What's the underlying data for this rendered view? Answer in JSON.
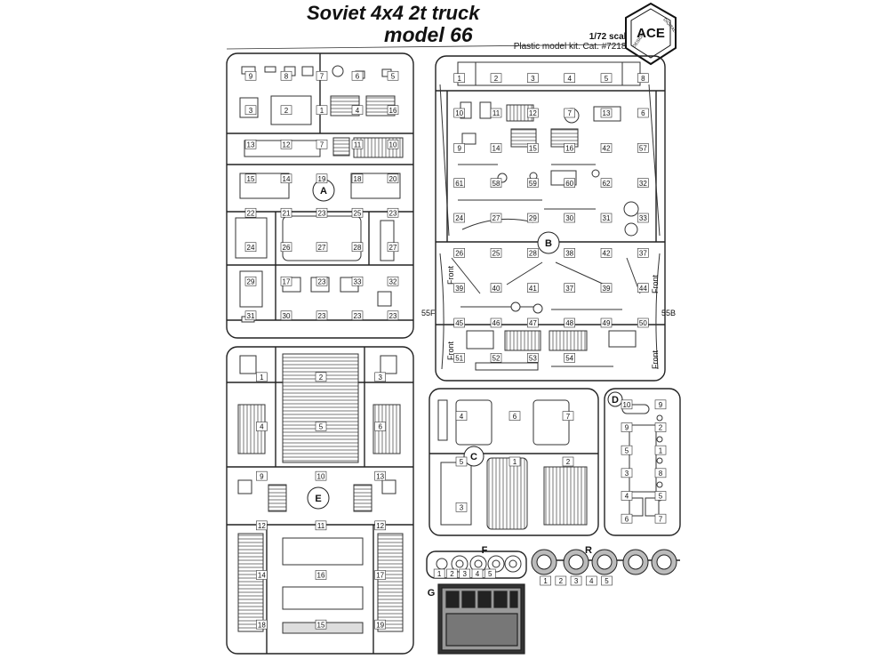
{
  "header": {
    "title_line1": "Soviet 4x4 2t truck",
    "title_line2": "model 66",
    "scale": "1/72 scale",
    "catalog": "Plastic model kit. Cat. #72182"
  },
  "logo": {
    "text": "ACE DIGITAL DESIGN"
  },
  "sprues": [
    {
      "id": "A",
      "label": "A"
    },
    {
      "id": "B",
      "label": "B"
    },
    {
      "id": "C",
      "label": "C"
    },
    {
      "id": "D",
      "label": "D"
    },
    {
      "id": "E",
      "label": "E"
    },
    {
      "id": "F",
      "label": "F"
    },
    {
      "id": "G",
      "label": "G"
    },
    {
      "id": "R",
      "label": "R"
    }
  ],
  "annotations": {
    "front": "Front",
    "part_55f": "55F",
    "part_55b": "55B"
  },
  "part_numbers": {
    "A": [
      "9",
      "8",
      "7",
      "6",
      "5",
      "3",
      "2",
      "1",
      "4",
      "16",
      "13",
      "12",
      "7",
      "11",
      "10",
      "15",
      "14",
      "19",
      "18",
      "20",
      "22",
      "21",
      "23",
      "25",
      "23",
      "24",
      "26",
      "27",
      "28",
      "27",
      "29",
      "17",
      "23",
      "33",
      "32",
      "31",
      "30",
      "23",
      "23",
      "23"
    ],
    "B": [
      "1",
      "2",
      "3",
      "4",
      "5",
      "8",
      "10",
      "11",
      "12",
      "7",
      "13",
      "6",
      "9",
      "14",
      "15",
      "16",
      "42",
      "57",
      "61",
      "58",
      "59",
      "60",
      "62",
      "32",
      "24",
      "27",
      "29",
      "30",
      "31",
      "33",
      "26",
      "25",
      "28",
      "38",
      "42",
      "37",
      "39",
      "40",
      "41",
      "37",
      "39",
      "44",
      "45",
      "46",
      "47",
      "48",
      "49",
      "50",
      "51",
      "52",
      "53",
      "54"
    ],
    "C": [
      "4",
      "6",
      "7",
      "5",
      "1",
      "2",
      "3"
    ],
    "D": [
      "10",
      "9",
      "9",
      "2",
      "5",
      "1",
      "3",
      "8",
      "4",
      "5",
      "6",
      "7"
    ],
    "E": [
      "1",
      "2",
      "3",
      "4",
      "5",
      "6",
      "9",
      "10",
      "13",
      "12",
      "11",
      "12",
      "14",
      "16",
      "17",
      "18",
      "15",
      "19"
    ],
    "F": [
      "1",
      "2",
      "3",
      "4",
      "5"
    ],
    "R": [
      "1",
      "2",
      "3",
      "4",
      "5"
    ]
  }
}
